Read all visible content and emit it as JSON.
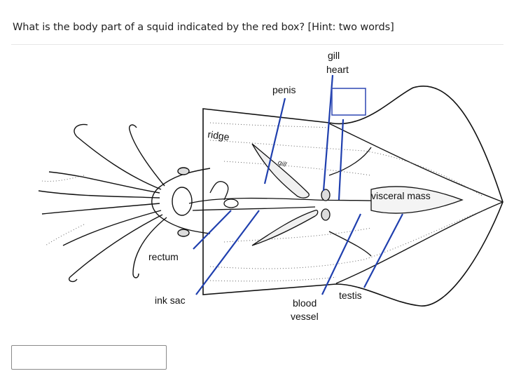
{
  "question": "What is the body part of a squid indicated by the red box? [Hint: two words]",
  "labels": {
    "gill_top": "gill",
    "heart": "heart",
    "penis": "penis",
    "ridge": "ridge",
    "gill_small": "gill",
    "visceral_mass": "visceral mass",
    "rectum": "rectum",
    "ink_sac": "ink sac",
    "blood": "blood",
    "vessel": "vessel",
    "testis": "testis"
  },
  "answer": {
    "value": "",
    "placeholder": ""
  },
  "colors": {
    "pointer": "#1f3fae",
    "highlight_box": "#3a52b8",
    "outline": "#111111"
  }
}
